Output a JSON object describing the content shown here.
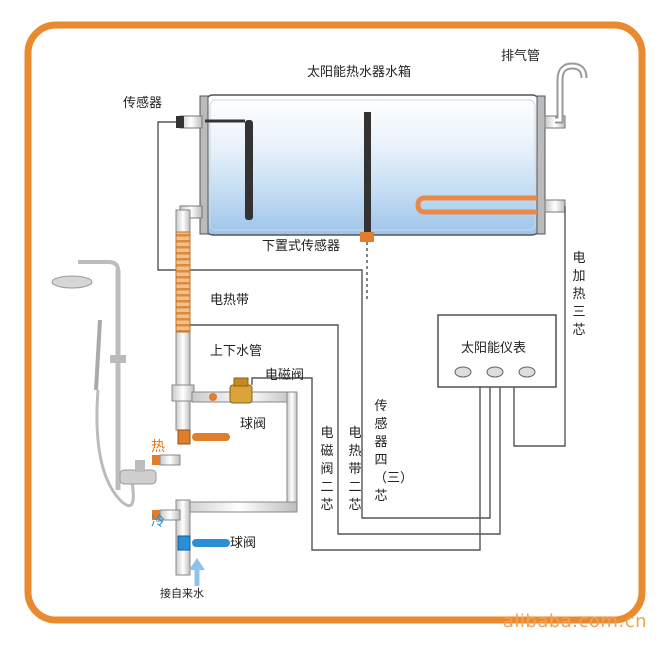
{
  "labels": {
    "exhaust_pipe": "排气管",
    "tank": "太阳能热水器水箱",
    "sensor_top": "传感器",
    "bottom_sensor": "下置式传感器",
    "heating_band": "电热带",
    "up_down_pipe": "上下水管",
    "solenoid_valve": "电磁阀",
    "ball_valve_hot": "球阀",
    "ball_valve_cold": "球阀",
    "hot": "热",
    "cold": "冷",
    "tap_water": "接自来水",
    "meter": "太阳能仪表",
    "electric_heat_3core": "电加热三芯",
    "sensor_4_3core": "传感器四（三）芯",
    "heating_band_2core": "电热带二芯",
    "solenoid_2core": "电磁阀二芯"
  },
  "watermark": "alibaba.com.cn",
  "colors": {
    "frame_orange": "#e98a2f",
    "hot": "#e8751a",
    "cold": "#2b8fd8"
  }
}
